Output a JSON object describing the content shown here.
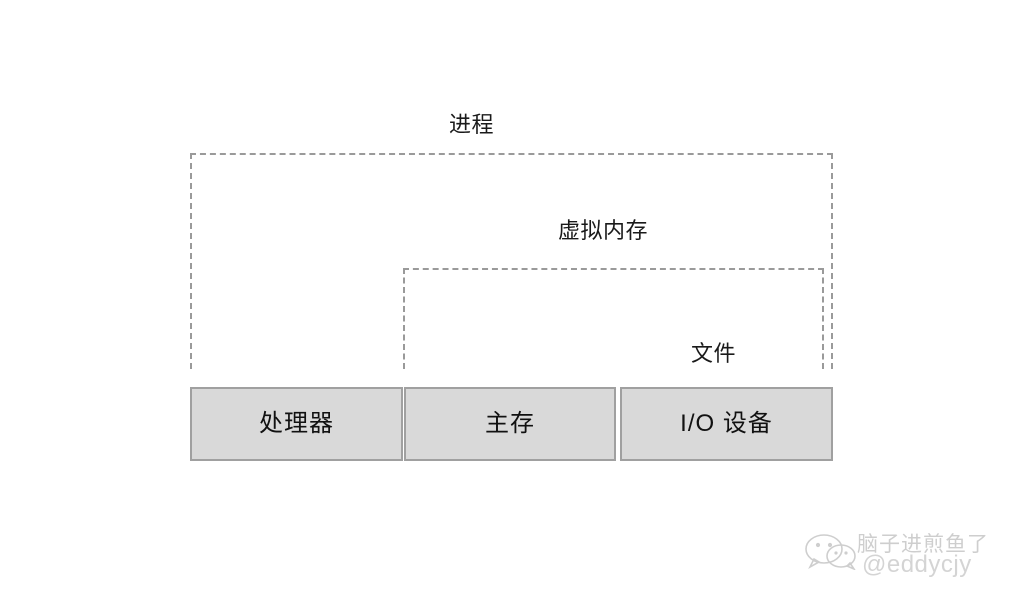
{
  "diagram": {
    "title_label": "进程",
    "regions": [
      {
        "name": "process",
        "label": "进程"
      },
      {
        "name": "virtual-memory",
        "label": "虚拟内存"
      },
      {
        "name": "file",
        "label": "文件"
      }
    ],
    "labels": {
      "process": "进程",
      "virtual_memory": "虚拟内存",
      "file": "文件"
    },
    "hardware_boxes": [
      {
        "name": "processor",
        "label": "处理器"
      },
      {
        "name": "main-memory",
        "label": "主存"
      },
      {
        "name": "io-device",
        "label": "I/O 设备"
      }
    ],
    "colors": {
      "box_fill": "#d9d9d9",
      "box_border": "#a0a0a0",
      "dashed_border": "#9a9a9a",
      "text": "#111111",
      "background": "#ffffff"
    }
  },
  "watermark": {
    "icon": "wechat-icon",
    "account_name": "脑子进煎鱼了",
    "handle": "@eddycjy"
  }
}
